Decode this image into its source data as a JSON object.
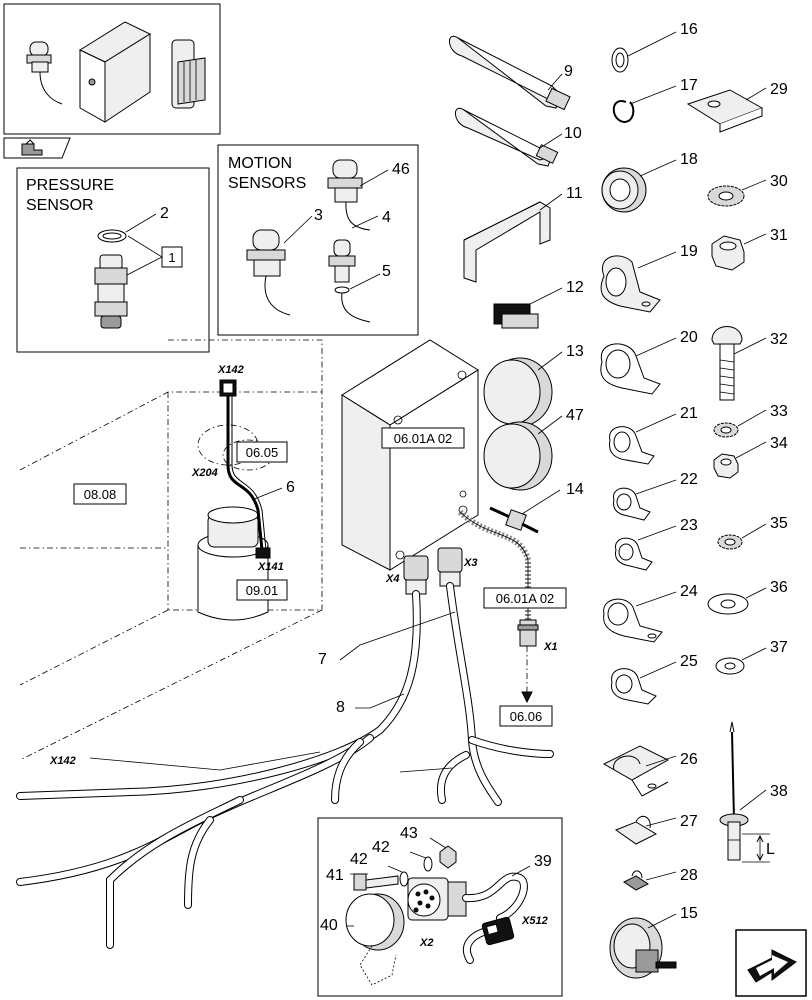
{
  "panels": {
    "pressure_sensor_title": [
      "PRESSURE",
      "SENSOR"
    ],
    "motion_sensors_title": [
      "MOTION",
      "SENSORS"
    ]
  },
  "boxed_labels": {
    "pressure_kit": "1",
    "ref_0808": "08.08",
    "ref_0605": "06.05",
    "ref_0901": "09.01",
    "ref_0601a02_box": "06.01A 02",
    "ref_0601a02_cable": "06.01A 02",
    "ref_0606": "06.06"
  },
  "connectors": {
    "x142_top": "X142",
    "x204": "X204",
    "x141": "X141",
    "x4": "X4",
    "x3": "X3",
    "x1": "X1",
    "x142_left": "X142",
    "x2": "X2",
    "x512": "X512"
  },
  "dimension_label": "L",
  "callouts": {
    "c2": "2",
    "c3": "3",
    "c4": "4",
    "c5": "5",
    "c6": "6",
    "c7": "7",
    "c8": "8",
    "c9": "9",
    "c10": "10",
    "c11": "11",
    "c12": "12",
    "c13": "13",
    "c14": "14",
    "c15": "15",
    "c16": "16",
    "c17": "17",
    "c18": "18",
    "c19": "19",
    "c20": "20",
    "c21": "21",
    "c22": "22",
    "c23": "23",
    "c24": "24",
    "c25": "25",
    "c26": "26",
    "c27": "27",
    "c28": "28",
    "c29": "29",
    "c30": "30",
    "c31": "31",
    "c32": "32",
    "c33": "33",
    "c34": "34",
    "c35": "35",
    "c36": "36",
    "c37": "37",
    "c38": "38",
    "c39": "39",
    "c40": "40",
    "c41": "41",
    "c42a": "42",
    "c42b": "42",
    "c43": "43",
    "c46": "46",
    "c47": "47"
  },
  "icons": {
    "nav_back": "hand-pointer-icon",
    "nav_next": "next-page-arrow-icon"
  }
}
